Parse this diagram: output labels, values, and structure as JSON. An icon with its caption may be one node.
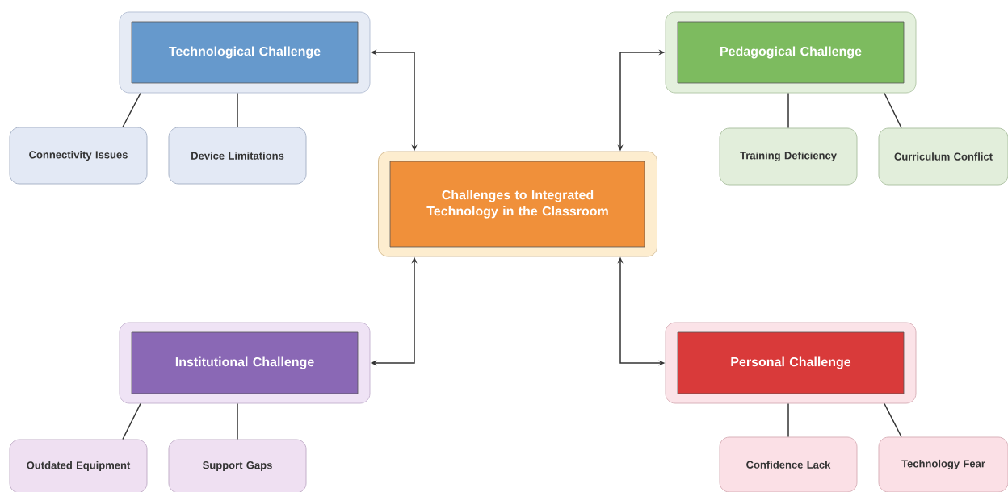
{
  "diagram": {
    "nodes": [
      {
        "text": [
          "Technological Challenge"
        ]
      },
      {
        "text": [
          "Connectivity Issues"
        ]
      },
      {
        "text": [
          "Device Limitations"
        ]
      },
      {
        "text": [
          "Pedagogical Challenge"
        ]
      },
      {
        "text": [
          "Training Deficiency"
        ]
      },
      {
        "text": [
          "Curriculum Conflict"
        ]
      },
      {
        "text": [
          "Challenges to Integrated Technology in the Classroom"
        ]
      },
      {
        "text": [
          "Institutional Challenge"
        ]
      },
      {
        "text": [
          "Outdated Equipment"
        ]
      },
      {
        "text": [
          "Support Gaps"
        ]
      },
      {
        "text": [
          "Personal Challenge"
        ]
      },
      {
        "text": [
          "Confidence Lack"
        ]
      },
      {
        "text": [
          "Technology Fear"
        ]
      }
    ],
    "edges": [
      {
        "from": 0,
        "to": 6,
        "arrow": "both"
      },
      {
        "from": 3,
        "to": 6,
        "arrow": "both"
      },
      {
        "from": 7,
        "to": 6,
        "arrow": "both"
      },
      {
        "from": 10,
        "to": 6,
        "arrow": "both"
      },
      {
        "from": 0,
        "to": 1,
        "arrow": "none"
      },
      {
        "from": 0,
        "to": 2,
        "arrow": "none"
      },
      {
        "from": 3,
        "to": 4,
        "arrow": "none"
      },
      {
        "from": 3,
        "to": 5,
        "arrow": "none"
      },
      {
        "from": 7,
        "to": 8,
        "arrow": "none"
      },
      {
        "from": 7,
        "to": 9,
        "arrow": "none"
      },
      {
        "from": 10,
        "to": 11,
        "arrow": "none"
      },
      {
        "from": 10,
        "to": 12,
        "arrow": "none"
      }
    ]
  }
}
